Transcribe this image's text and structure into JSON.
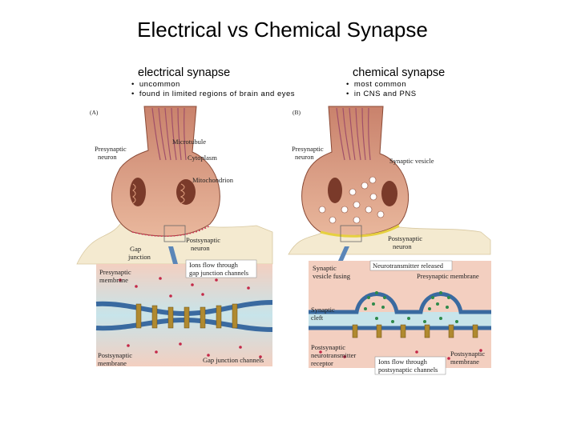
{
  "title": "Electrical vs Chemical Synapse",
  "left": {
    "heading": "electrical synapse",
    "bullets": [
      "uncommon",
      "found in limited regions of brain and eyes"
    ]
  },
  "right": {
    "heading": "chemical synapse",
    "bullets": [
      "most common",
      "in CNS and PNS"
    ]
  },
  "panel_a": {
    "tag": "(A)",
    "labels": {
      "microtubule": "Microtubule",
      "presyn_neuron_1": "Presynaptic",
      "presyn_neuron_2": "neuron",
      "cytoplasm": "Cytoplasm",
      "mitochondrion": "Mitochondrion",
      "postsyn_neuron_1": "Postsynaptic",
      "postsyn_neuron_2": "neuron",
      "gap_1": "Gap",
      "gap_2": "junction",
      "ions_1": "Ions flow through",
      "ions_2": "gap junction channels",
      "presyn_membrane_1": "Presynaptic",
      "presyn_membrane_2": "membrane",
      "postsyn_membrane_1": "Postsynaptic",
      "postsyn_membrane_2": "membrane",
      "gap_channels": "Gap junction channels"
    }
  },
  "panel_b": {
    "tag": "(B)",
    "labels": {
      "presyn_neuron_1": "Presynaptic",
      "presyn_neuron_2": "neuron",
      "synaptic_vesicle": "Synaptic vesicle",
      "postsyn_neuron_1": "Postsynaptic",
      "postsyn_neuron_2": "neuron",
      "vesicle_fusing_1": "Synaptic",
      "vesicle_fusing_2": "vesicle fusing",
      "nt_released": "Neurotransmitter released",
      "presyn_membrane": "Presynaptic membrane",
      "cleft_1": "Synaptic",
      "cleft_2": "cleft",
      "receptor_1": "Postsynaptic",
      "receptor_2": "neurotransmitter",
      "receptor_3": "receptor",
      "ions_1": "Ions flow through",
      "ions_2": "postsynaptic channels",
      "postsyn_membrane_1": "Postsynaptic",
      "postsyn_membrane_2": "membrane"
    }
  }
}
